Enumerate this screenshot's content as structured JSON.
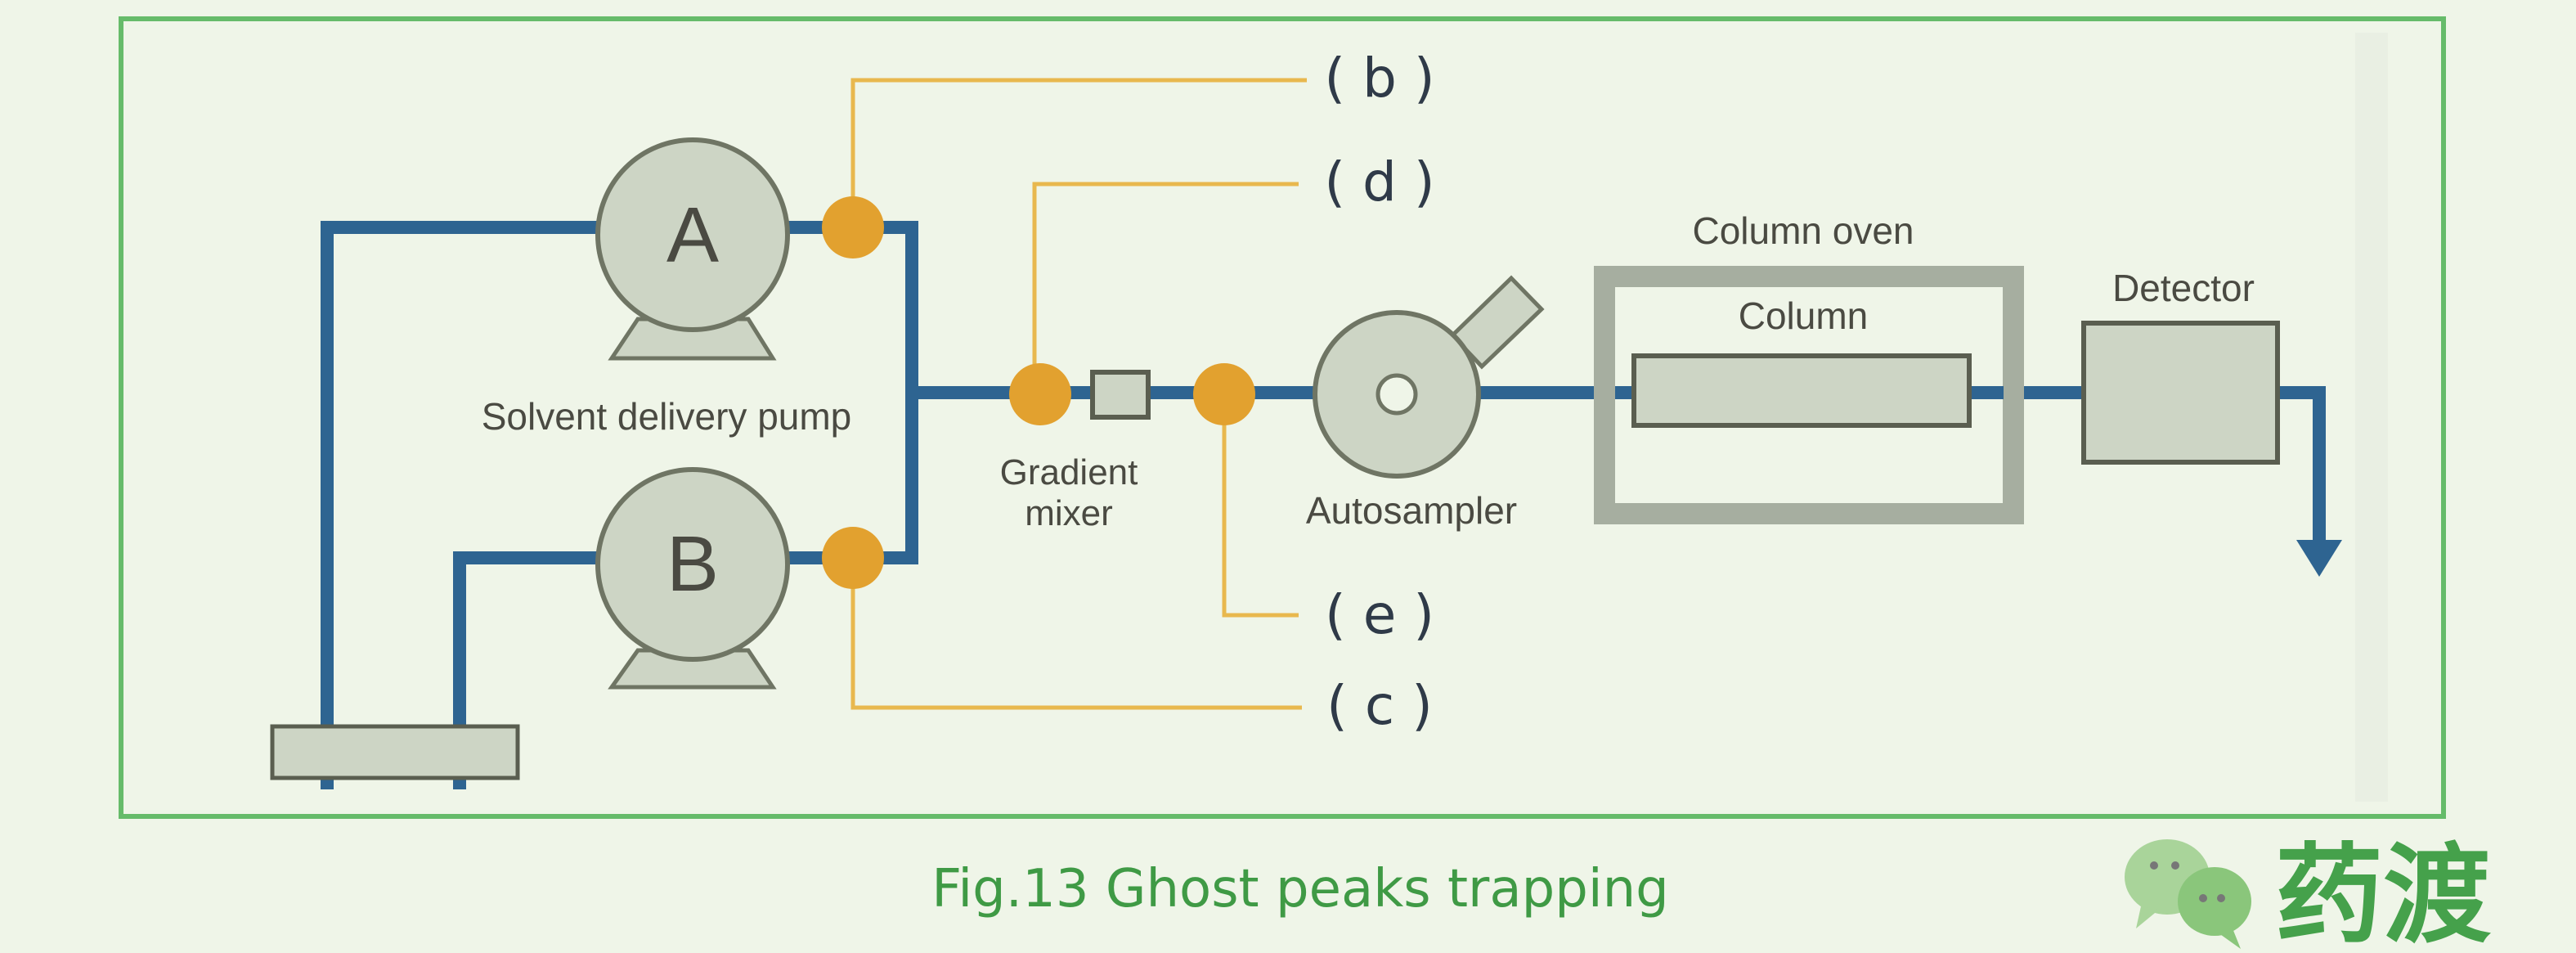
{
  "figure": {
    "caption": "Fig.13 Ghost peaks trapping",
    "components": {
      "pump_a": "A",
      "pump_b": "B",
      "pump_label": "Solvent delivery pump",
      "mixer_label_line1": "Gradient",
      "mixer_label_line2": "mixer",
      "autosampler_label": "Autosampler",
      "column_oven_label": "Column oven",
      "column_label": "Column",
      "detector_label": "Detector"
    },
    "trap_points": {
      "b": "( b )",
      "d": "( d )",
      "e": "( e )",
      "c": "( c )"
    }
  },
  "watermark": {
    "icon": "wechat-icon",
    "text": "药渡"
  },
  "colors": {
    "background": "#eff5e8",
    "frame": "#66bb6a",
    "flow_line": "#2e6491",
    "trap_line": "#e8b84e",
    "trap_dot": "#e2a12f",
    "component_fill": "#cdd5c5",
    "component_stroke": "#6f7564",
    "caption": "#3f9a45"
  }
}
